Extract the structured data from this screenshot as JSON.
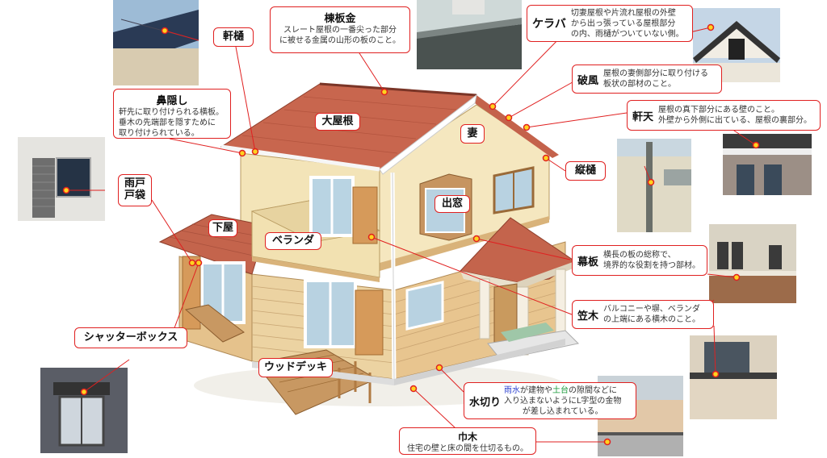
{
  "colors": {
    "accent": "#e02020",
    "roof": "#c8664e",
    "wall": "#f3e2b4",
    "siding": "#e7c693"
  },
  "terms": {
    "munaita": {
      "title": "棟板金",
      "desc": [
        "スレート屋根の一番尖った部分",
        "に被せる金属の山形の板のこと。"
      ]
    },
    "keraba": {
      "title": "ケラバ",
      "desc": [
        "切妻屋根や片流れ屋根の外壁",
        "から出っ張っている屋根部分",
        "の内、雨樋がついていない側。"
      ]
    },
    "hafu": {
      "title": "破風",
      "desc": [
        "屋根の妻側部分に取り付ける",
        "板状の部材のこと。"
      ]
    },
    "nokiten": {
      "title": "軒天",
      "desc": [
        "屋根の真下部分にある壁のこと。",
        "外壁から外側に出ている、屋根の裏部分。"
      ]
    },
    "nokidoi": {
      "title": "軒樋"
    },
    "hanakakushi": {
      "title": "鼻隠し",
      "desc": [
        "軒先に取り付けられる横板。",
        "垂木の先端部を隠すために",
        "取り付けられている。"
      ]
    },
    "amado": {
      "title": "雨戸",
      "title2": "戸袋"
    },
    "tatedoi": {
      "title": "縦樋"
    },
    "makuita": {
      "title": "幕板",
      "desc": [
        "横長の板の総称で、",
        "境界的な役割を持つ部材。"
      ]
    },
    "kasagi": {
      "title": "笠木",
      "desc": [
        "バルコニーや塀、ベランダ",
        "の上端にある横木のこと。"
      ]
    },
    "mizukiri": {
      "title": "水切り",
      "desc_parts": [
        "雨水",
        "が建物や",
        "土台",
        "の隙間などに"
      ],
      "desc2": [
        "入り込まないようにL字型の金物",
        "が差し込まれている。"
      ]
    },
    "habaki": {
      "title": "巾木",
      "desc": [
        "住宅の壁と床の間を仕切るもの。"
      ]
    }
  },
  "house_labels": {
    "oyane": "大屋根",
    "tsuma": "妻",
    "demado": "出窓",
    "geya": "下屋",
    "veranda": "ベランダ",
    "shutter": "シャッターボックス",
    "deck": "ウッドデッキ"
  }
}
